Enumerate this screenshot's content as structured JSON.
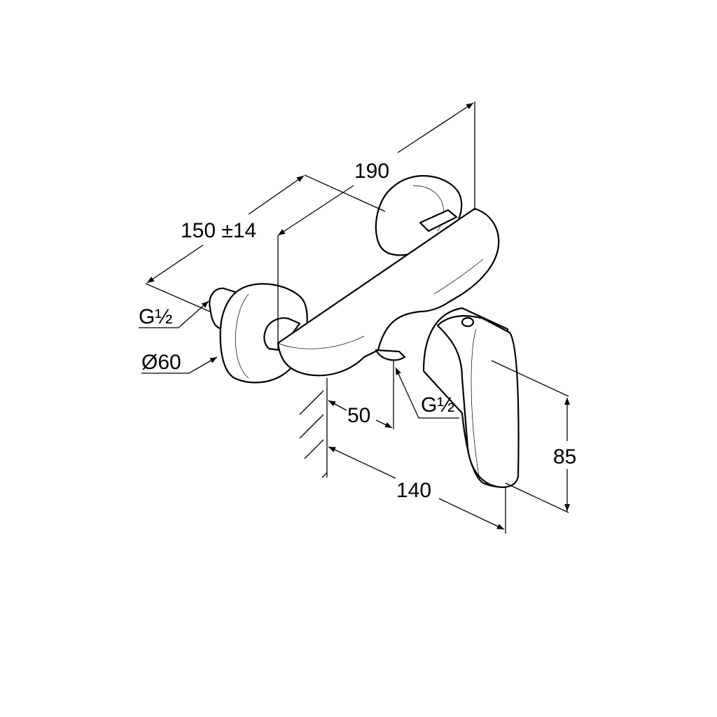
{
  "drawing": {
    "dimensions": {
      "overall_depth": "190",
      "center_distance": "150 ±14",
      "inlet_thread": "G½",
      "rosette_diameter": "Ø60",
      "outlet_offset": "50",
      "outlet_thread": "G½",
      "projection": "140",
      "handle_height": "85"
    }
  }
}
